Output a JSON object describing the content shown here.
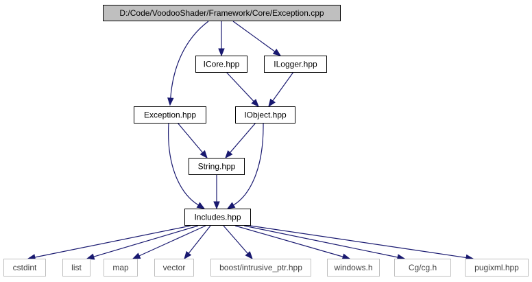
{
  "colors": {
    "edge": "#191970",
    "root_fill": "#bfbfbf",
    "node_fill": "#ffffff",
    "node_border": "#000000",
    "system_border": "#bfbfbf",
    "text": "#000000",
    "system_text": "#404040"
  },
  "nodes": [
    {
      "id": "root",
      "label": "D:/Code/VoodooShader/Framework/Core/Exception.cpp",
      "kind": "root"
    },
    {
      "id": "icore",
      "label": "ICore.hpp",
      "kind": "local"
    },
    {
      "id": "ilogger",
      "label": "ILogger.hpp",
      "kind": "local"
    },
    {
      "id": "exception",
      "label": "Exception.hpp",
      "kind": "local"
    },
    {
      "id": "iobject",
      "label": "IObject.hpp",
      "kind": "local"
    },
    {
      "id": "string",
      "label": "String.hpp",
      "kind": "local"
    },
    {
      "id": "includes",
      "label": "Includes.hpp",
      "kind": "local"
    },
    {
      "id": "cstdint",
      "label": "cstdint",
      "kind": "system"
    },
    {
      "id": "list",
      "label": "list",
      "kind": "system"
    },
    {
      "id": "map",
      "label": "map",
      "kind": "system"
    },
    {
      "id": "vector",
      "label": "vector",
      "kind": "system"
    },
    {
      "id": "intrusive",
      "label": "boost/intrusive_ptr.hpp",
      "kind": "system"
    },
    {
      "id": "windows",
      "label": "windows.h",
      "kind": "system"
    },
    {
      "id": "cg",
      "label": "Cg/cg.h",
      "kind": "system"
    },
    {
      "id": "pugixml",
      "label": "pugixml.hpp",
      "kind": "system"
    }
  ],
  "edges": [
    {
      "from": "root",
      "to": "exception"
    },
    {
      "from": "root",
      "to": "icore"
    },
    {
      "from": "root",
      "to": "ilogger"
    },
    {
      "from": "icore",
      "to": "iobject"
    },
    {
      "from": "ilogger",
      "to": "iobject"
    },
    {
      "from": "exception",
      "to": "string"
    },
    {
      "from": "exception",
      "to": "includes"
    },
    {
      "from": "iobject",
      "to": "string"
    },
    {
      "from": "iobject",
      "to": "includes"
    },
    {
      "from": "string",
      "to": "includes"
    },
    {
      "from": "includes",
      "to": "cstdint"
    },
    {
      "from": "includes",
      "to": "list"
    },
    {
      "from": "includes",
      "to": "map"
    },
    {
      "from": "includes",
      "to": "vector"
    },
    {
      "from": "includes",
      "to": "intrusive"
    },
    {
      "from": "includes",
      "to": "windows"
    },
    {
      "from": "includes",
      "to": "cg"
    },
    {
      "from": "includes",
      "to": "pugixml"
    }
  ]
}
